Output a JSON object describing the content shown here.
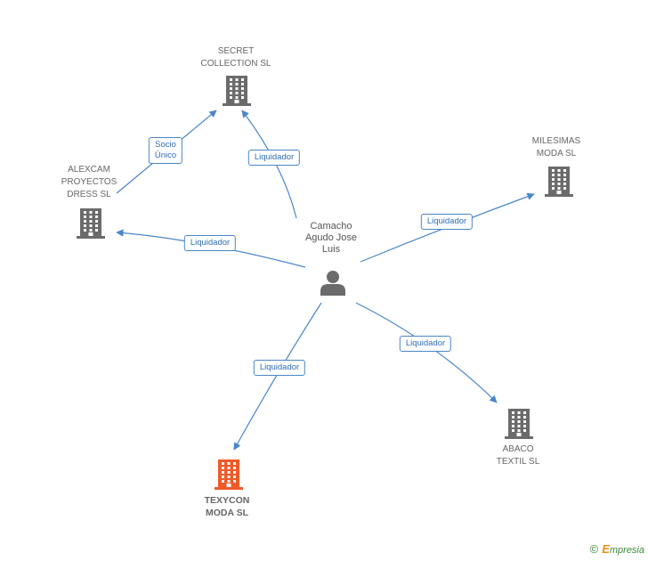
{
  "center": {
    "label_lines": [
      "Camacho",
      "Agudo Jose",
      "Luis"
    ],
    "icon": "person-icon"
  },
  "nodes": [
    {
      "id": "secret",
      "label_lines": [
        "SECRET",
        "COLLECTION SL"
      ],
      "icon": "building-icon",
      "color": "#6b6b6b",
      "focus": false
    },
    {
      "id": "alexcam",
      "label_lines": [
        "ALEXCAM",
        "PROYECTOS",
        "DRESS SL"
      ],
      "icon": "building-icon",
      "color": "#6b6b6b",
      "focus": false
    },
    {
      "id": "milesimas",
      "label_lines": [
        "MILESIMAS",
        "MODA SL"
      ],
      "icon": "building-icon",
      "color": "#6b6b6b",
      "focus": false
    },
    {
      "id": "abaco",
      "label_lines": [
        "ABACO",
        "TEXTIL SL"
      ],
      "icon": "building-icon",
      "color": "#6b6b6b",
      "focus": false
    },
    {
      "id": "texycon",
      "label_lines": [
        "TEXYCON",
        "MODA SL"
      ],
      "icon": "building-icon",
      "color": "#f05a28",
      "focus": true
    }
  ],
  "edges": [
    {
      "from": "center",
      "to": "secret",
      "label_lines": [
        "Liquidador"
      ]
    },
    {
      "from": "alexcam",
      "to": "secret",
      "label_lines": [
        "Socio",
        "Único"
      ]
    },
    {
      "from": "center",
      "to": "alexcam",
      "label_lines": [
        "Liquidador"
      ]
    },
    {
      "from": "center",
      "to": "milesimas",
      "label_lines": [
        "Liquidador"
      ]
    },
    {
      "from": "center",
      "to": "abaco",
      "label_lines": [
        "Liquidador"
      ]
    },
    {
      "from": "center",
      "to": "texycon",
      "label_lines": [
        "Liquidador"
      ]
    }
  ],
  "colors": {
    "edge": "#4a86c8",
    "edge_label_text": "#2f6db5",
    "person": "#6b6b6b"
  },
  "brand": {
    "symbol": "©",
    "initial": "E",
    "rest": "mpresia"
  }
}
